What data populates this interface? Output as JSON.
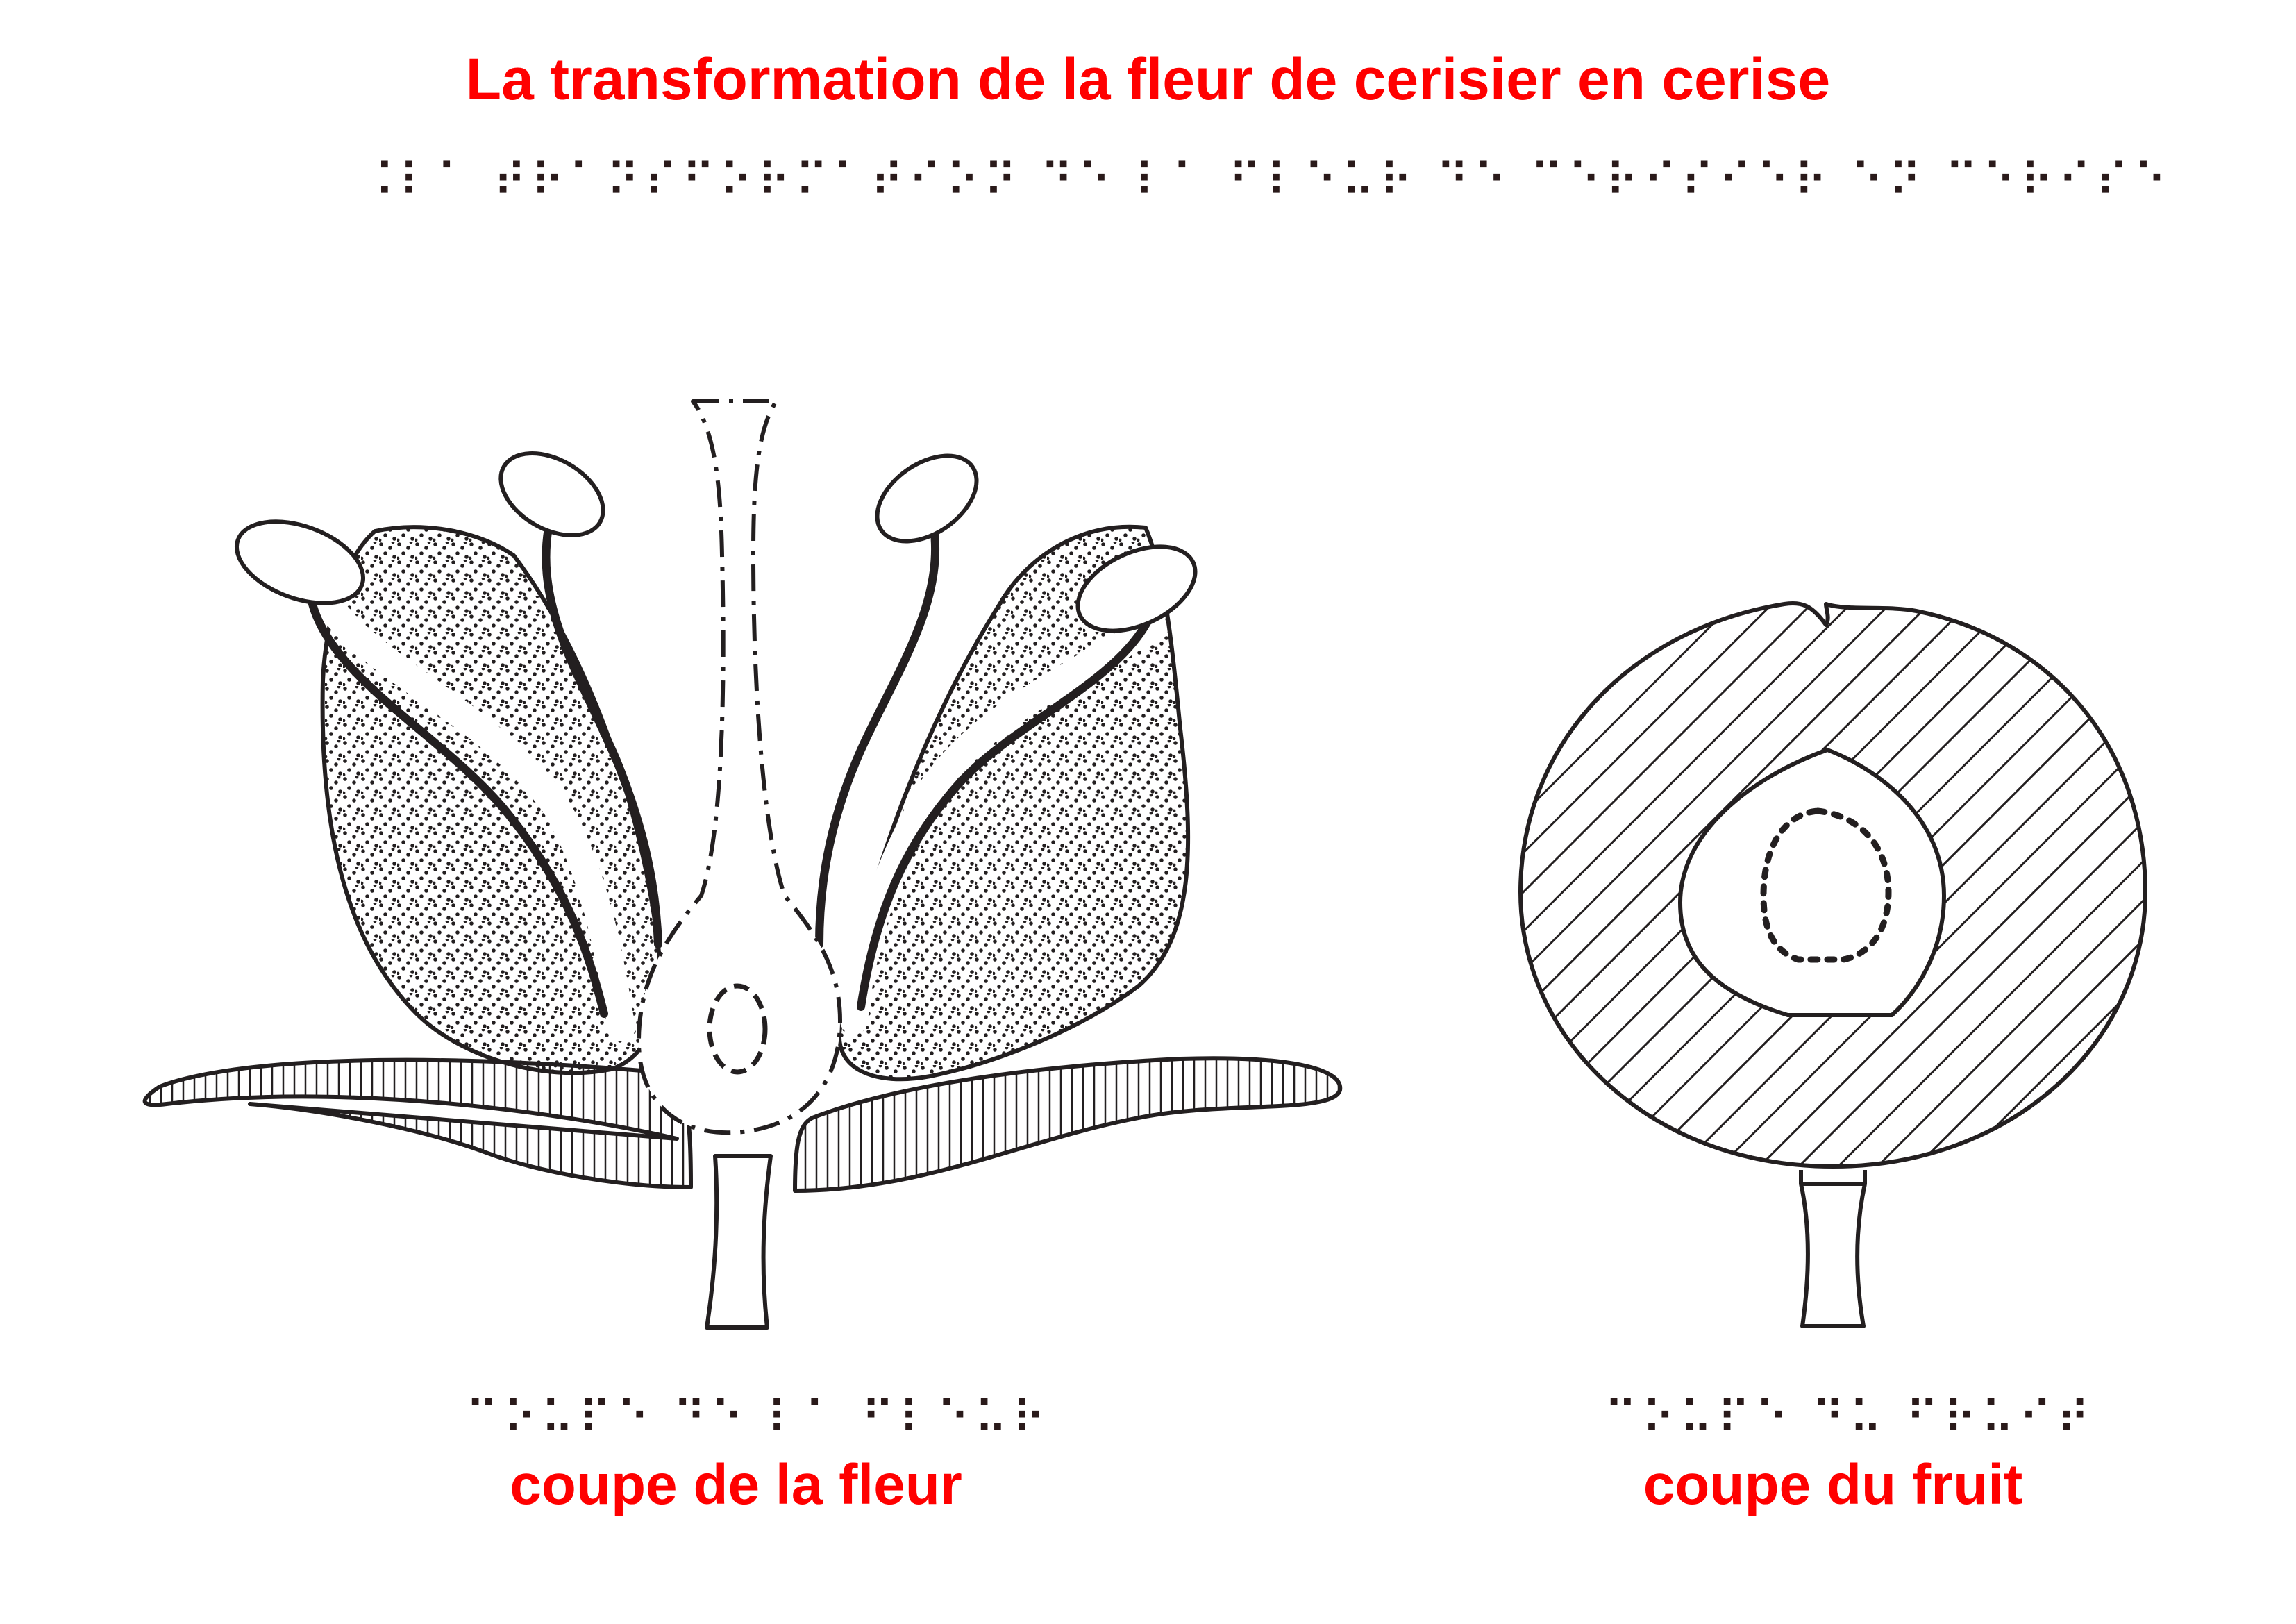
{
  "title": "La transformation de la fleur de cerisier en cerise",
  "braille_title": "⠨⠇⠁ ⠞⠗⠁⠝⠎⠋⠕⠗⠍⠁⠞⠊⠕⠝ ⠙⠑ ⠇⠁ ⠋⠇⠑⠥⠗ ⠙⠑ ⠉⠑⠗⠊⠎⠊⠑⠗ ⠑⠝ ⠉⠑⠗⠊⠎⠑",
  "flower": {
    "braille_caption": "⠉⠕⠥⠏⠑ ⠙⠑ ⠇⠁ ⠋⠇⠑⠥⠗",
    "caption": "coupe de la fleur"
  },
  "fruit": {
    "braille_caption": "⠉⠕⠥⠏⠑ ⠙⠥ ⠋⠗⠥⠊⠞",
    "caption": "coupe du fruit"
  },
  "colors": {
    "caption": "#ff0000",
    "lines": "#231f20",
    "braille": "#2a1a1a"
  }
}
